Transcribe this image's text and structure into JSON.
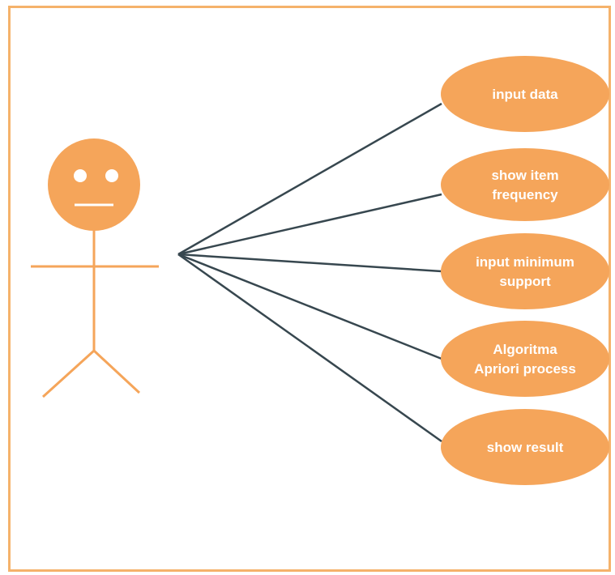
{
  "colors": {
    "accent": "#f5a55a",
    "frame": "#f5b26b",
    "connector": "#37474f",
    "label": "#ffffff"
  },
  "actor": {
    "icon": "stick-figure"
  },
  "use_cases": [
    {
      "id": "input-data",
      "lines": [
        "input data"
      ]
    },
    {
      "id": "show-item-frequency",
      "lines": [
        "show item",
        "frequency"
      ]
    },
    {
      "id": "input-minimum-support",
      "lines": [
        "input minimum",
        "support"
      ]
    },
    {
      "id": "algoritma-apriori-process",
      "lines": [
        "Algoritma",
        "Apriori process"
      ]
    },
    {
      "id": "show-result",
      "lines": [
        "show result"
      ]
    }
  ]
}
